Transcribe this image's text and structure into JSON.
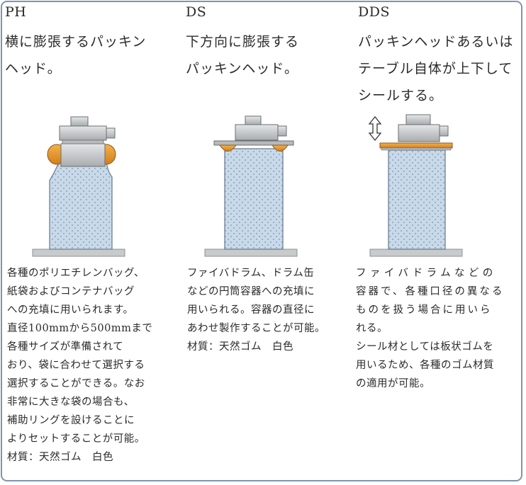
{
  "columns": [
    {
      "code": "PH",
      "heading": [
        "横に膨張するパッキン",
        "ヘッド。"
      ],
      "description": [
        "各種のポリエチレンバッグ、",
        "紙袋およびコンテナバッグ",
        "への充填に用いられます。",
        "直径100mmから500mmまで",
        "各種サイズが準備されて",
        "おり、袋に合わせて選択する",
        "選択することができる。なお",
        "非常に大きな袋の場合も、",
        "補助リングを設けることに",
        "よりセットすることが可能。",
        "材質：天然ゴム　白色"
      ]
    },
    {
      "code": "DS",
      "heading": [
        "下方向に膨張する",
        "パッキンヘッド。"
      ],
      "description": [
        "ファイバドラム、ドラム缶",
        "などの円筒容器への充填に",
        "用いられる。容器の直径に",
        "あわせ製作することが可能。",
        "材質：天然ゴム　白色"
      ]
    },
    {
      "code": "DDS",
      "heading": [
        "パッキンヘッドあるいは",
        "テーブル自体が上下して",
        "シールする。"
      ],
      "description": [
        "ファイバドラムなどの",
        "容器で、各種口径の異なる",
        "ものを扱う場合に用いら",
        "れる。",
        "シール材としては板状ゴムを",
        "用いるため、各種のゴム材質",
        "の適用が可能。"
      ]
    }
  ],
  "colors": {
    "frame": "#7f95ab",
    "container_fill": "#c8daea",
    "container_edge": "#6d7f95",
    "machine": "#c9cccd",
    "packing_orange": "#e3972d",
    "floor": "#c8cbcc"
  }
}
